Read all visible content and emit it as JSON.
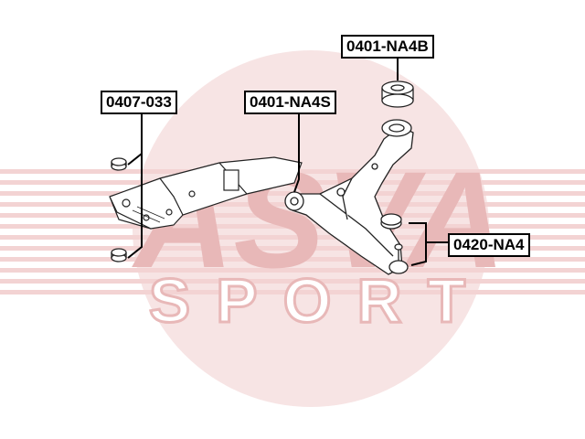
{
  "watermark": {
    "brand_text": "ASVA",
    "sub_text": "SPORT",
    "color": "#e8b8b8",
    "stripe_color": "#f3d3d3",
    "circle_color": "#f7e4e4"
  },
  "parts": {
    "subframe_bushing": {
      "label": "0407-033"
    },
    "front_arm_bushing": {
      "label": "0401-NA4S"
    },
    "rear_arm_bushing": {
      "label": "0401-NA4B"
    },
    "ball_joint": {
      "label": "0420-NA4"
    }
  },
  "colors": {
    "line": "#000000",
    "part_outline": "#222222",
    "part_fill": "#ffffff"
  }
}
